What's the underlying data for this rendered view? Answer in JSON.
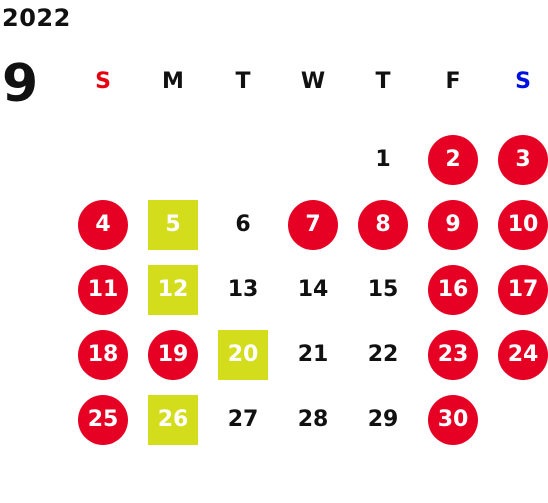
{
  "calendar": {
    "year": "2022",
    "month": "9",
    "weekdays": [
      {
        "label": "S",
        "color": "#e60012"
      },
      {
        "label": "M",
        "color": "#111111"
      },
      {
        "label": "T",
        "color": "#111111"
      },
      {
        "label": "W",
        "color": "#111111"
      },
      {
        "label": "T",
        "color": "#111111"
      },
      {
        "label": "F",
        "color": "#111111"
      },
      {
        "label": "S",
        "color": "#0010e0"
      }
    ],
    "colors": {
      "holiday_circle": "#e60023",
      "highlight_square": "#d4dd1c",
      "normal_text": "#111111"
    },
    "days": [
      {
        "d": "",
        "style": "empty"
      },
      {
        "d": "",
        "style": "empty"
      },
      {
        "d": "",
        "style": "empty"
      },
      {
        "d": "",
        "style": "empty"
      },
      {
        "d": "1",
        "style": "plain"
      },
      {
        "d": "2",
        "style": "circle"
      },
      {
        "d": "3",
        "style": "circle"
      },
      {
        "d": "4",
        "style": "circle"
      },
      {
        "d": "5",
        "style": "square"
      },
      {
        "d": "6",
        "style": "plain"
      },
      {
        "d": "7",
        "style": "circle"
      },
      {
        "d": "8",
        "style": "circle"
      },
      {
        "d": "9",
        "style": "circle"
      },
      {
        "d": "10",
        "style": "circle"
      },
      {
        "d": "11",
        "style": "circle"
      },
      {
        "d": "12",
        "style": "square"
      },
      {
        "d": "13",
        "style": "plain"
      },
      {
        "d": "14",
        "style": "plain"
      },
      {
        "d": "15",
        "style": "plain"
      },
      {
        "d": "16",
        "style": "circle"
      },
      {
        "d": "17",
        "style": "circle"
      },
      {
        "d": "18",
        "style": "circle"
      },
      {
        "d": "19",
        "style": "circle"
      },
      {
        "d": "20",
        "style": "square"
      },
      {
        "d": "21",
        "style": "plain"
      },
      {
        "d": "22",
        "style": "plain"
      },
      {
        "d": "23",
        "style": "circle"
      },
      {
        "d": "24",
        "style": "circle"
      },
      {
        "d": "25",
        "style": "circle"
      },
      {
        "d": "26",
        "style": "square"
      },
      {
        "d": "27",
        "style": "plain"
      },
      {
        "d": "28",
        "style": "plain"
      },
      {
        "d": "29",
        "style": "plain"
      },
      {
        "d": "30",
        "style": "circle"
      }
    ]
  }
}
